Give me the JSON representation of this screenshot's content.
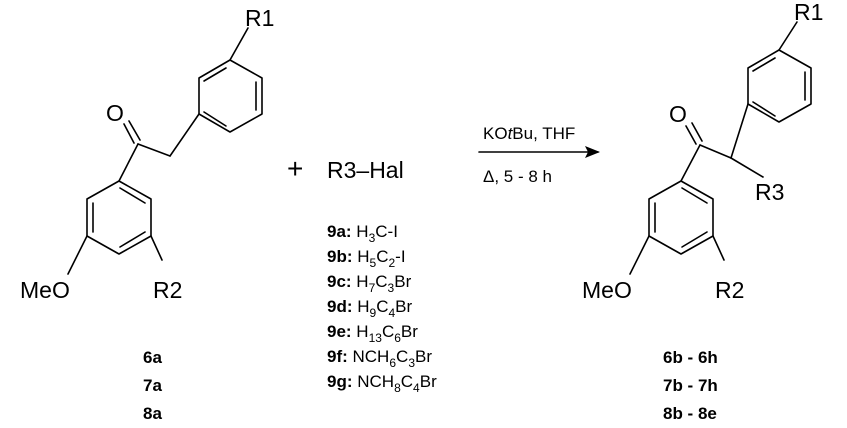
{
  "substituents": {
    "r1": "R1",
    "r2": "R2",
    "r3": "R3",
    "oxygen": "O",
    "methoxy": "MeO"
  },
  "plus": "+",
  "reagent": {
    "formula": "R3–Hal"
  },
  "conditions": {
    "base_prefix": "KO",
    "base_italic": "t",
    "base_suffix": "Bu, THF",
    "heat_symbol": "Δ",
    "time": ", 5 - 8 h"
  },
  "alkyl_halides": [
    {
      "id": "9a:",
      "parts": [
        [
          "H",
          "n"
        ],
        [
          "3",
          "sub"
        ],
        [
          "C-I",
          "n"
        ]
      ]
    },
    {
      "id": "9b:",
      "parts": [
        [
          "H",
          "n"
        ],
        [
          "5",
          "sub"
        ],
        [
          "C",
          "n"
        ],
        [
          "2",
          "sub"
        ],
        [
          "-I",
          "n"
        ]
      ]
    },
    {
      "id": "9c:",
      "parts": [
        [
          "H",
          "n"
        ],
        [
          "7",
          "sub"
        ],
        [
          "C",
          "n"
        ],
        [
          "3",
          "sub"
        ],
        [
          "Br",
          "n"
        ]
      ]
    },
    {
      "id": "9d:",
      "parts": [
        [
          "H",
          "n"
        ],
        [
          "9",
          "sub"
        ],
        [
          "C",
          "n"
        ],
        [
          "4",
          "sub"
        ],
        [
          "Br",
          "n"
        ]
      ]
    },
    {
      "id": "9e:",
      "parts": [
        [
          "H",
          "n"
        ],
        [
          "13",
          "sub"
        ],
        [
          "C",
          "n"
        ],
        [
          "6",
          "sub"
        ],
        [
          "Br",
          "n"
        ]
      ]
    },
    {
      "id": "9f:",
      "parts": [
        [
          "NCH",
          "n"
        ],
        [
          "6",
          "sub"
        ],
        [
          "C",
          "n"
        ],
        [
          "3",
          "sub"
        ],
        [
          "Br",
          "n"
        ]
      ]
    },
    {
      "id": "9g:",
      "parts": [
        [
          "NCH",
          "n"
        ],
        [
          "8",
          "sub"
        ],
        [
          "C",
          "n"
        ],
        [
          "4",
          "sub"
        ],
        [
          "Br",
          "n"
        ]
      ]
    }
  ],
  "starting_compounds": [
    "6a",
    "7a",
    "8a"
  ],
  "product_compounds": [
    "6b - 6h",
    "7b - 7h",
    "8b - 8e"
  ]
}
